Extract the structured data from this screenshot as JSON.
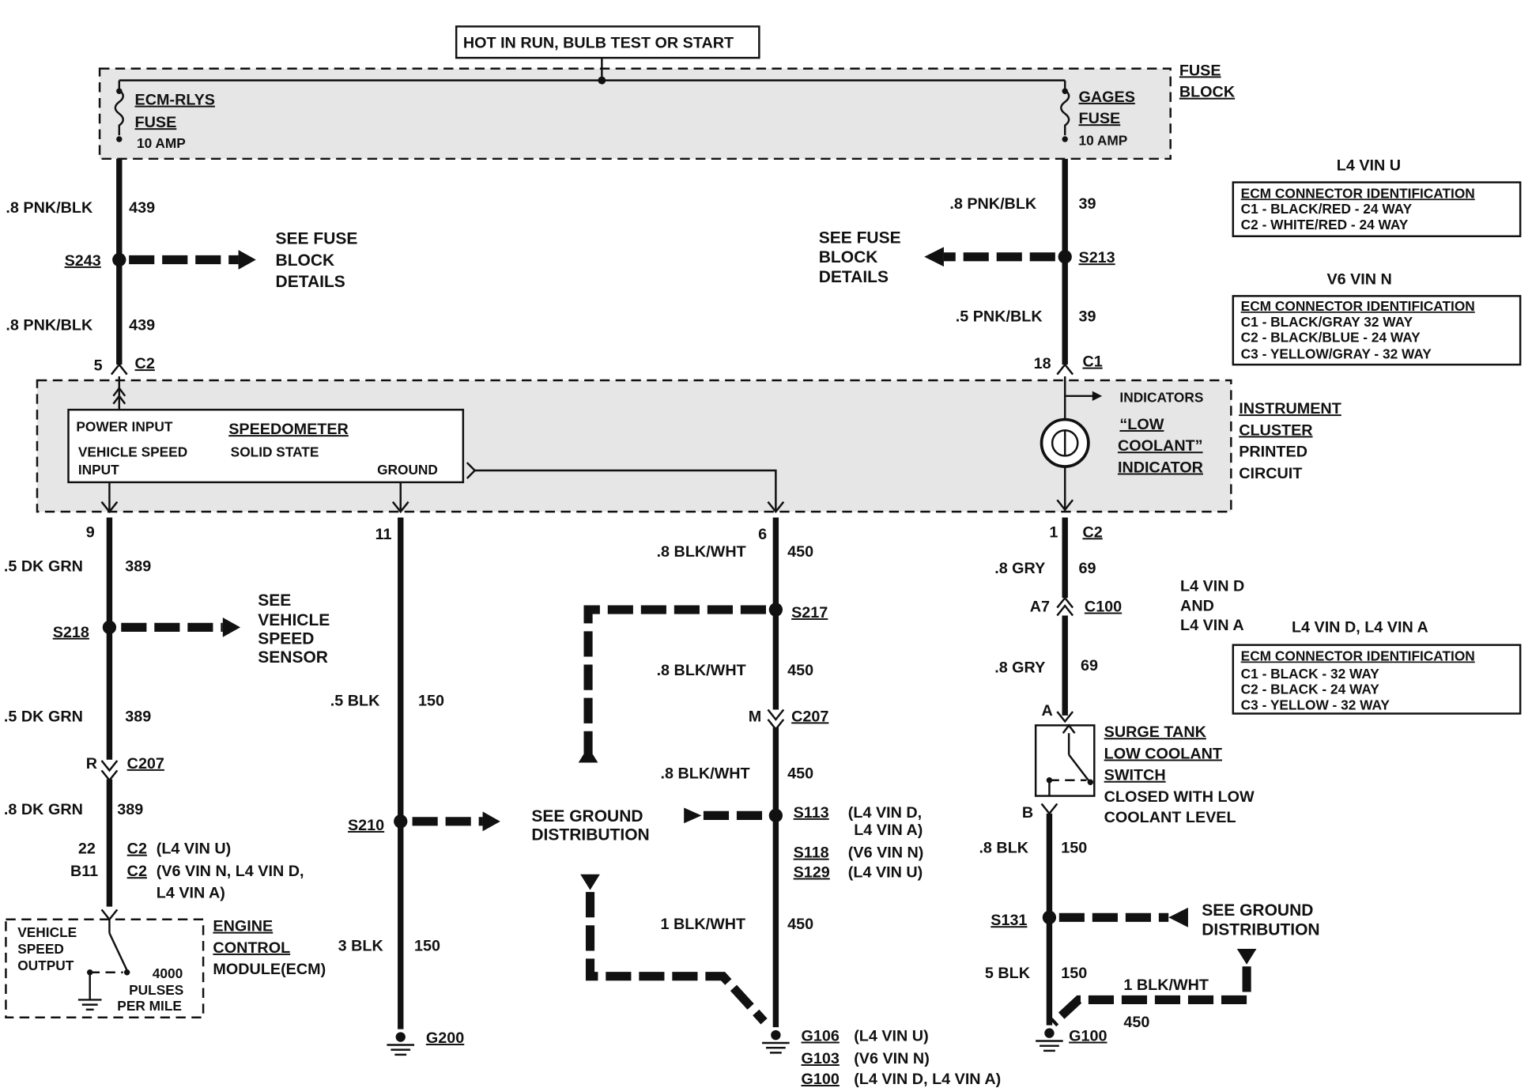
{
  "header": {
    "supply_note": "HOT IN RUN, BULB TEST OR START"
  },
  "fuse_block": {
    "label": [
      "FUSE",
      "BLOCK"
    ],
    "ecm_fuse": {
      "name": [
        "ECM-RLYS",
        "FUSE"
      ],
      "rating": "10 AMP"
    },
    "gages_fuse": {
      "name": [
        "GAGES",
        "FUSE"
      ],
      "rating": "10 AMP"
    }
  },
  "left_upper": {
    "wire1": {
      "gauge": ".8 PNK/BLK",
      "circuit": "439"
    },
    "splice": "S243",
    "note": [
      "SEE FUSE",
      "BLOCK",
      "DETAILS"
    ],
    "wire2": {
      "gauge": ".8 PNK/BLK",
      "circuit": "439"
    },
    "pin": "5",
    "connector": "C2"
  },
  "right_upper": {
    "wire1": {
      "gauge": ".8 PNK/BLK",
      "circuit": "39"
    },
    "splice": "S213",
    "note": [
      "SEE FUSE",
      "BLOCK",
      "DETAILS"
    ],
    "wire2": {
      "gauge": ".5 PNK/BLK",
      "circuit": "39"
    },
    "pin": "18",
    "connector": "C1"
  },
  "ecm_tables": [
    {
      "heading": "L4 VIN U",
      "title": "ECM CONNECTOR IDENTIFICATION",
      "rows": [
        "C1 - BLACK/RED - 24 WAY",
        "C2 - WHITE/RED - 24 WAY"
      ]
    },
    {
      "heading": "V6 VIN N",
      "title": "ECM CONNECTOR IDENTIFICATION",
      "rows": [
        "C1 - BLACK/GRAY    32 WAY",
        "C2 - BLACK/BLUE - 24 WAY",
        "C3 - YELLOW/GRAY - 32 WAY"
      ]
    },
    {
      "heading": "L4 VIN D, L4 VIN A",
      "title": "ECM CONNECTOR IDENTIFICATION",
      "rows": [
        "C1 - BLACK - 32 WAY",
        "C2 - BLACK - 24 WAY",
        "C3 - YELLOW - 32 WAY"
      ]
    }
  ],
  "cluster": {
    "label": [
      "INSTRUMENT",
      "CLUSTER",
      "PRINTED",
      "CIRCUIT"
    ],
    "speedometer": {
      "power_input": "POWER INPUT",
      "title": "SPEEDOMETER",
      "vehicle_speed": "VEHICLE SPEED",
      "input": "INPUT",
      "solid_state": "SOLID STATE",
      "ground": "GROUND"
    },
    "indicators": "INDICATORS",
    "low_coolant": [
      "“LOW",
      "COOLANT”",
      "INDICATOR"
    ]
  },
  "col1": {
    "pin": "9",
    "w1": {
      "gauge": ".5 DK GRN",
      "circuit": "389"
    },
    "splice": "S218",
    "note": [
      "SEE",
      "VEHICLE",
      "SPEED",
      "SENSOR"
    ],
    "w2": {
      "gauge": ".5 DK GRN",
      "circuit": "389"
    },
    "c207_pin": "R",
    "c207": "C207",
    "w3": {
      "gauge": ".8 DK GRN",
      "circuit": "389"
    },
    "ecm_pins": [
      {
        "pin": "22",
        "conn": "C2",
        "note": "(L4 VIN U)"
      },
      {
        "pin": "B11",
        "conn": "C2",
        "note": "(V6 VIN N, L4 VIN D,"
      }
    ],
    "ecm_note_cont": "L4 VIN A)",
    "ecm_box": [
      "VEHICLE",
      "SPEED",
      "OUTPUT"
    ],
    "pulses": [
      "4000",
      "PULSES",
      "PER MILE"
    ],
    "ecm_label": [
      "ENGINE",
      "CONTROL",
      "MODULE(ECM)"
    ]
  },
  "col2": {
    "pin": "11",
    "w1": {
      "gauge": ".5 BLK",
      "circuit": "150"
    },
    "splice": "S210",
    "w2": {
      "gauge": "3 BLK",
      "circuit": "150"
    },
    "ground": "G200"
  },
  "center_note": [
    "SEE GROUND",
    "DISTRIBUTION"
  ],
  "col3": {
    "pin": "6",
    "w1": {
      "gauge": ".8 BLK/WHT",
      "circuit": "450"
    },
    "splice1": "S217",
    "w2": {
      "gauge": ".8 BLK/WHT",
      "circuit": "450"
    },
    "c207_pin": "M",
    "c207": "C207",
    "w3": {
      "gauge": ".8 BLK/WHT",
      "circuit": "450"
    },
    "splices": [
      {
        "id": "S113",
        "note": "(L4 VIN D,",
        "note2": "L4 VIN A)"
      },
      {
        "id": "S118",
        "note": "(V6 VIN N)"
      },
      {
        "id": "S129",
        "note": "(L4 VIN U)"
      }
    ],
    "w4": {
      "gauge": "1 BLK/WHT",
      "circuit": "450"
    },
    "grounds": [
      {
        "id": "G106",
        "note": "(L4 VIN U)"
      },
      {
        "id": "G103",
        "note": "(V6 VIN N)"
      },
      {
        "id": "G100",
        "note": "(L4 VIN D, L4 VIN A)"
      }
    ]
  },
  "col4": {
    "pin": "1",
    "connector": "C2",
    "w1": {
      "gauge": ".8 GRY",
      "circuit": "69"
    },
    "c100_pin": "A7",
    "c100": "C100",
    "c100_note": [
      "L4 VIN D",
      "AND",
      "L4 VIN A"
    ],
    "w2": {
      "gauge": ".8 GRY",
      "circuit": "69"
    },
    "switch_pin_a": "A",
    "switch_label": [
      "SURGE TANK",
      "LOW COOLANT",
      "SWITCH"
    ],
    "switch_note": [
      "CLOSED WITH LOW",
      "COOLANT LEVEL"
    ],
    "switch_pin_b": "B",
    "w3": {
      "gauge": ".8 BLK",
      "circuit": "150"
    },
    "splice": "S131",
    "note": [
      "SEE GROUND",
      "DISTRIBUTION"
    ],
    "w4": {
      "gauge": "5 BLK",
      "circuit": "150"
    },
    "w5": {
      "gauge": "1 BLK/WHT",
      "circuit": "450"
    },
    "ground": "G100"
  }
}
